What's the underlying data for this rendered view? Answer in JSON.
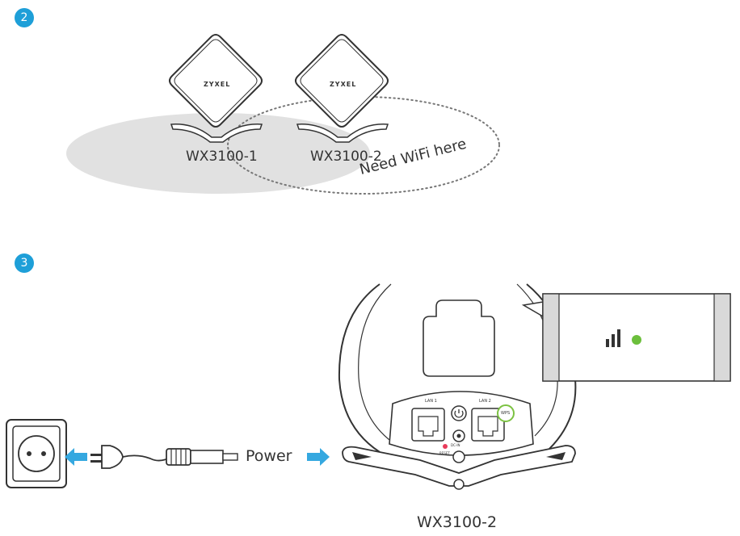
{
  "steps": [
    {
      "number": "2"
    },
    {
      "number": "3"
    }
  ],
  "brand": "ZYXEL",
  "devices": {
    "unit_1": "WX3100-1",
    "unit_2": "WX3100-2",
    "bottom_label": "WX3100-2"
  },
  "coverage_label": "Need WiFi here",
  "power_label": "Power",
  "ports": {
    "lan1": "LAN 1",
    "lan2": "LAN 2",
    "wps": "WPS",
    "dcin": "DC-IN",
    "reset": "RESET"
  },
  "colors": {
    "accent_blue": "#1e9fd8",
    "arrow_blue": "#35a8e0",
    "led_green": "#6cbf3c",
    "wps_ring": "#7cc242",
    "reset_red": "#e83a5a",
    "coverage_gray": "#e1e1e1"
  },
  "icons": [
    "signal-strength-icon",
    "led-green-icon",
    "power-icon",
    "wall-socket-icon",
    "power-plug-icon"
  ]
}
